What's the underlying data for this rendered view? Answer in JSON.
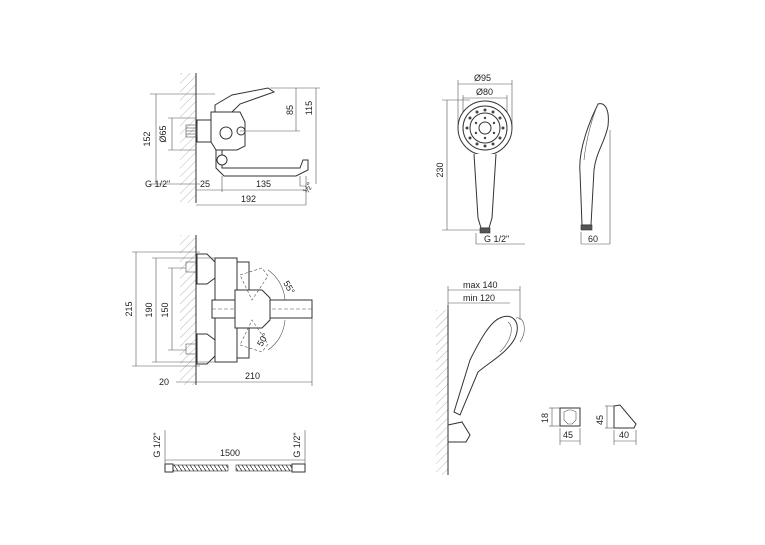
{
  "faucet_side": {
    "d152": "152",
    "d65": "Ø65",
    "d85": "85",
    "d115": "115",
    "g_half": "G 1/2\"",
    "d25": "25",
    "d135": "135",
    "d192": "192"
  },
  "faucet_top": {
    "d215": "215",
    "d190": "190",
    "d150": "150",
    "d20": "20",
    "d210": "210",
    "a55": "55°",
    "a50": "50°"
  },
  "hose": {
    "g_left": "G 1/2\"",
    "g_right": "G 1/2\"",
    "length": "1500"
  },
  "shower_head": {
    "d95": "Ø95",
    "d80": "Ø80",
    "d230": "230",
    "g_half": "G 1/2\"",
    "d60": "60"
  },
  "holder": {
    "max": "max 140",
    "min": "min 120",
    "d18": "18",
    "d45a": "45",
    "d45b": "45",
    "d40": "40"
  }
}
